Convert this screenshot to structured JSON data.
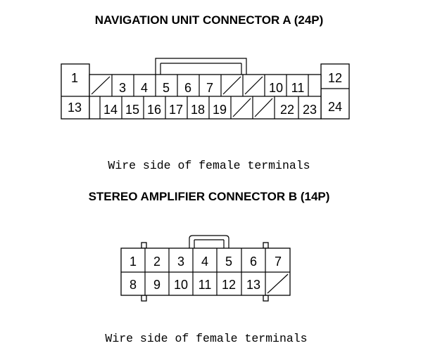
{
  "connector_a": {
    "title": "NAVIGATION UNIT CONNECTOR A (24P)",
    "caption": "Wire side of female terminals",
    "pins": [
      "1",
      "3",
      "4",
      "5",
      "6",
      "7",
      "10",
      "11",
      "12",
      "13",
      "14",
      "15",
      "16",
      "17",
      "18",
      "19",
      "22",
      "23",
      "24"
    ]
  },
  "connector_b": {
    "title": "STEREO AMPLIFIER CONNECTOR B (14P)",
    "caption": "Wire side of female terminals",
    "pins": [
      "1",
      "2",
      "3",
      "4",
      "5",
      "6",
      "7",
      "8",
      "9",
      "10",
      "11",
      "12",
      "13"
    ]
  }
}
